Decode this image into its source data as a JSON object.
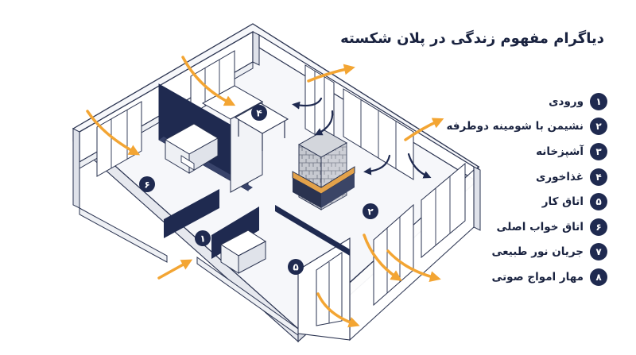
{
  "title": "دیاگرام مفهوم زندگی در پلان شکسته",
  "legend": [
    {
      "num": "۱",
      "label": "ورودی"
    },
    {
      "num": "۲",
      "label": "نشیمن با شومینه دوطرفه"
    },
    {
      "num": "۳",
      "label": "آشپزخانه"
    },
    {
      "num": "۴",
      "label": "غذاخوری"
    },
    {
      "num": "۵",
      "label": "اتاق کار"
    },
    {
      "num": "۶",
      "label": "اتاق خواب اصلی"
    },
    {
      "num": "۷",
      "label": "جریان نور طبیعی"
    },
    {
      "num": "۸",
      "label": "مهار امواج صوتی"
    }
  ],
  "markers": {
    "m1": "۱",
    "m2": "۲",
    "m4": "۴",
    "m5": "۵",
    "m6": "۶"
  },
  "colors": {
    "navy": "#1f2a50",
    "arrow": "#f3a533",
    "line": "#2a3350",
    "wood": "#e3a24a",
    "stone": "#b9bcc4"
  }
}
